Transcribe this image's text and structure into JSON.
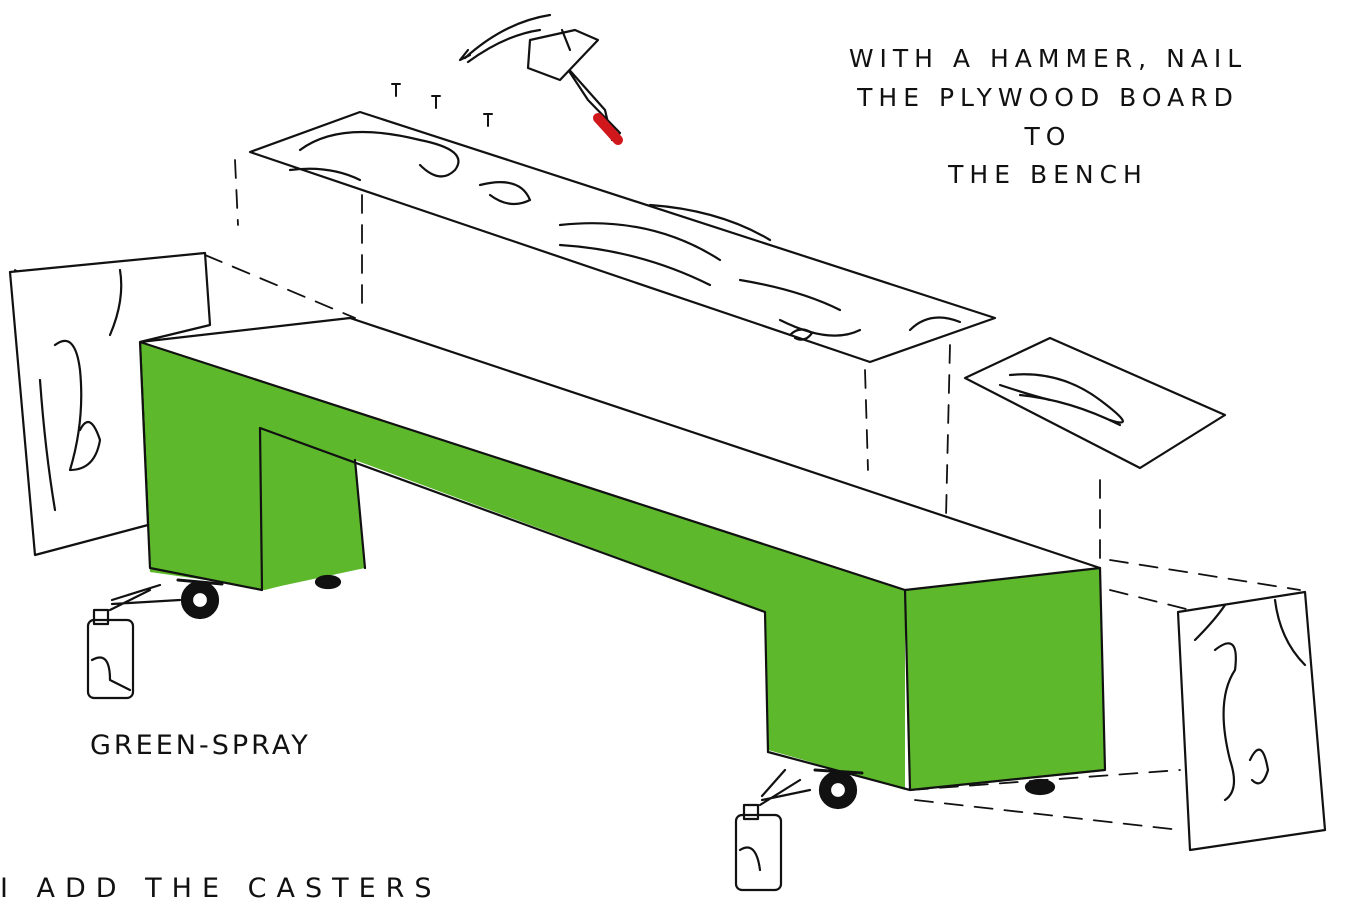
{
  "annotations": {
    "hammer_instruction": "WITH A HAMMER, NAIL\nTHE PLYWOOD BOARD TO\nTHE BENCH",
    "spray_label": "GREEN-SPRAY",
    "bottom_text_partial": "I  ADD  THE  CASTERS"
  },
  "colors": {
    "paint": "#5db92b",
    "ink": "#111111",
    "hammer_handle_tip": "#d0171c",
    "background": "#ffffff"
  },
  "icons": [
    "hammer-icon",
    "nail-icon",
    "spray-can-icon",
    "caster-wheel-icon",
    "plywood-board-icon",
    "motion-arrow-icon"
  ]
}
